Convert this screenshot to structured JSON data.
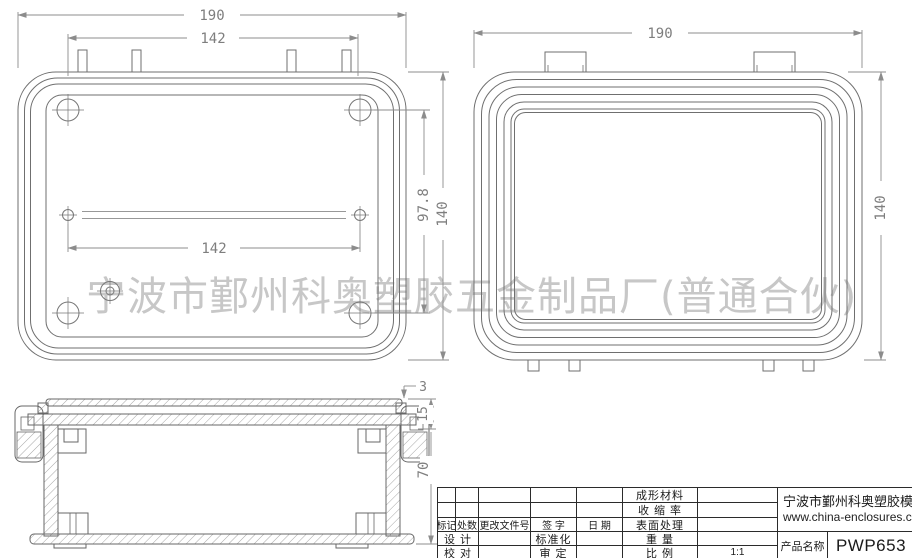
{
  "watermark": "宁波市鄞州科奥塑胶五金制品厂(普通合伙)",
  "dimensions": {
    "bottom_view_overall_width": "190",
    "bottom_view_tab_span": "142",
    "bottom_view_slot_span": "142",
    "bottom_view_hole_spacing": "97.8",
    "bottom_view_overall_height": "140",
    "top_view_overall_width": "190",
    "top_view_overall_height": "140",
    "section_lid_thickness": "3",
    "section_rim_height": "15",
    "section_body_height": "70"
  },
  "title_block": {
    "col_headers": {
      "mark": "标记",
      "count": "处数",
      "change_file_no": "更改文件号",
      "signature": "签  字",
      "date": "日 期"
    },
    "rows": {
      "molding_material": "成形材料",
      "shrinkage": "收 缩 率",
      "surface_treatment": "表面处理",
      "design": "设  计",
      "standardization": "标准化",
      "weight": "重  量",
      "proofread": "校  对",
      "approval": "审  定",
      "scale_label": "比  例",
      "scale_value": "1:1"
    },
    "company_name": "宁波市鄞州科奥塑胶模",
    "website": "www.china-enclosures.c",
    "product_name_label": "产品名称",
    "product_name_value": "PWP653"
  }
}
